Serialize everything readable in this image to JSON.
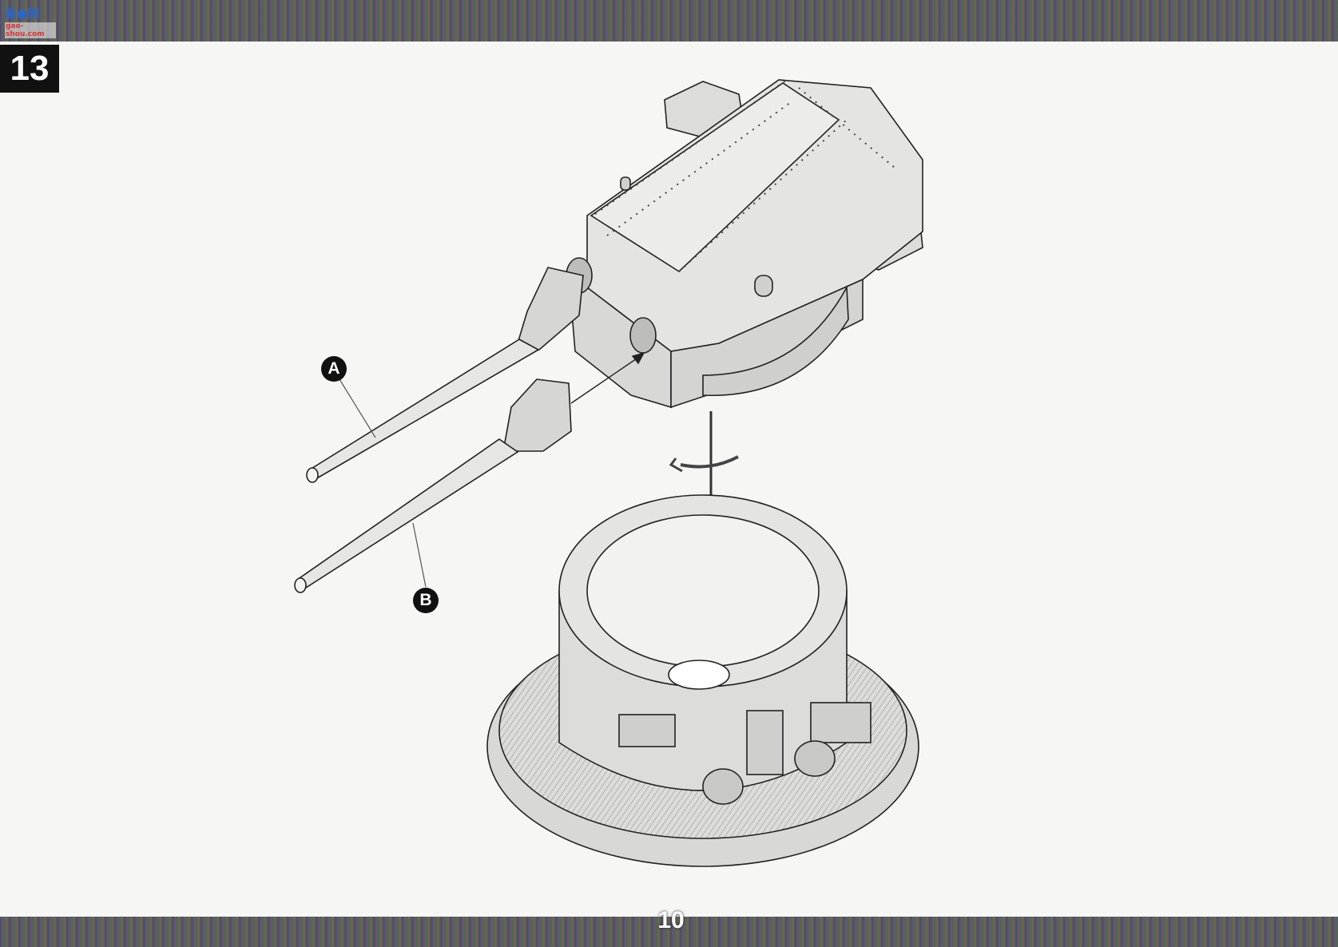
{
  "header": {
    "logo_cn": "高●网",
    "logo_url": "gao-shou.com"
  },
  "step": {
    "number": "13"
  },
  "callouts": [
    {
      "id": "A",
      "label": "A"
    },
    {
      "id": "B",
      "label": "B"
    }
  ],
  "footer": {
    "page_number": "10"
  },
  "colors": {
    "band": "#3f4560",
    "paper": "#f6f6f4",
    "ink": "#111111",
    "part_fill": "#e4e4e2"
  }
}
